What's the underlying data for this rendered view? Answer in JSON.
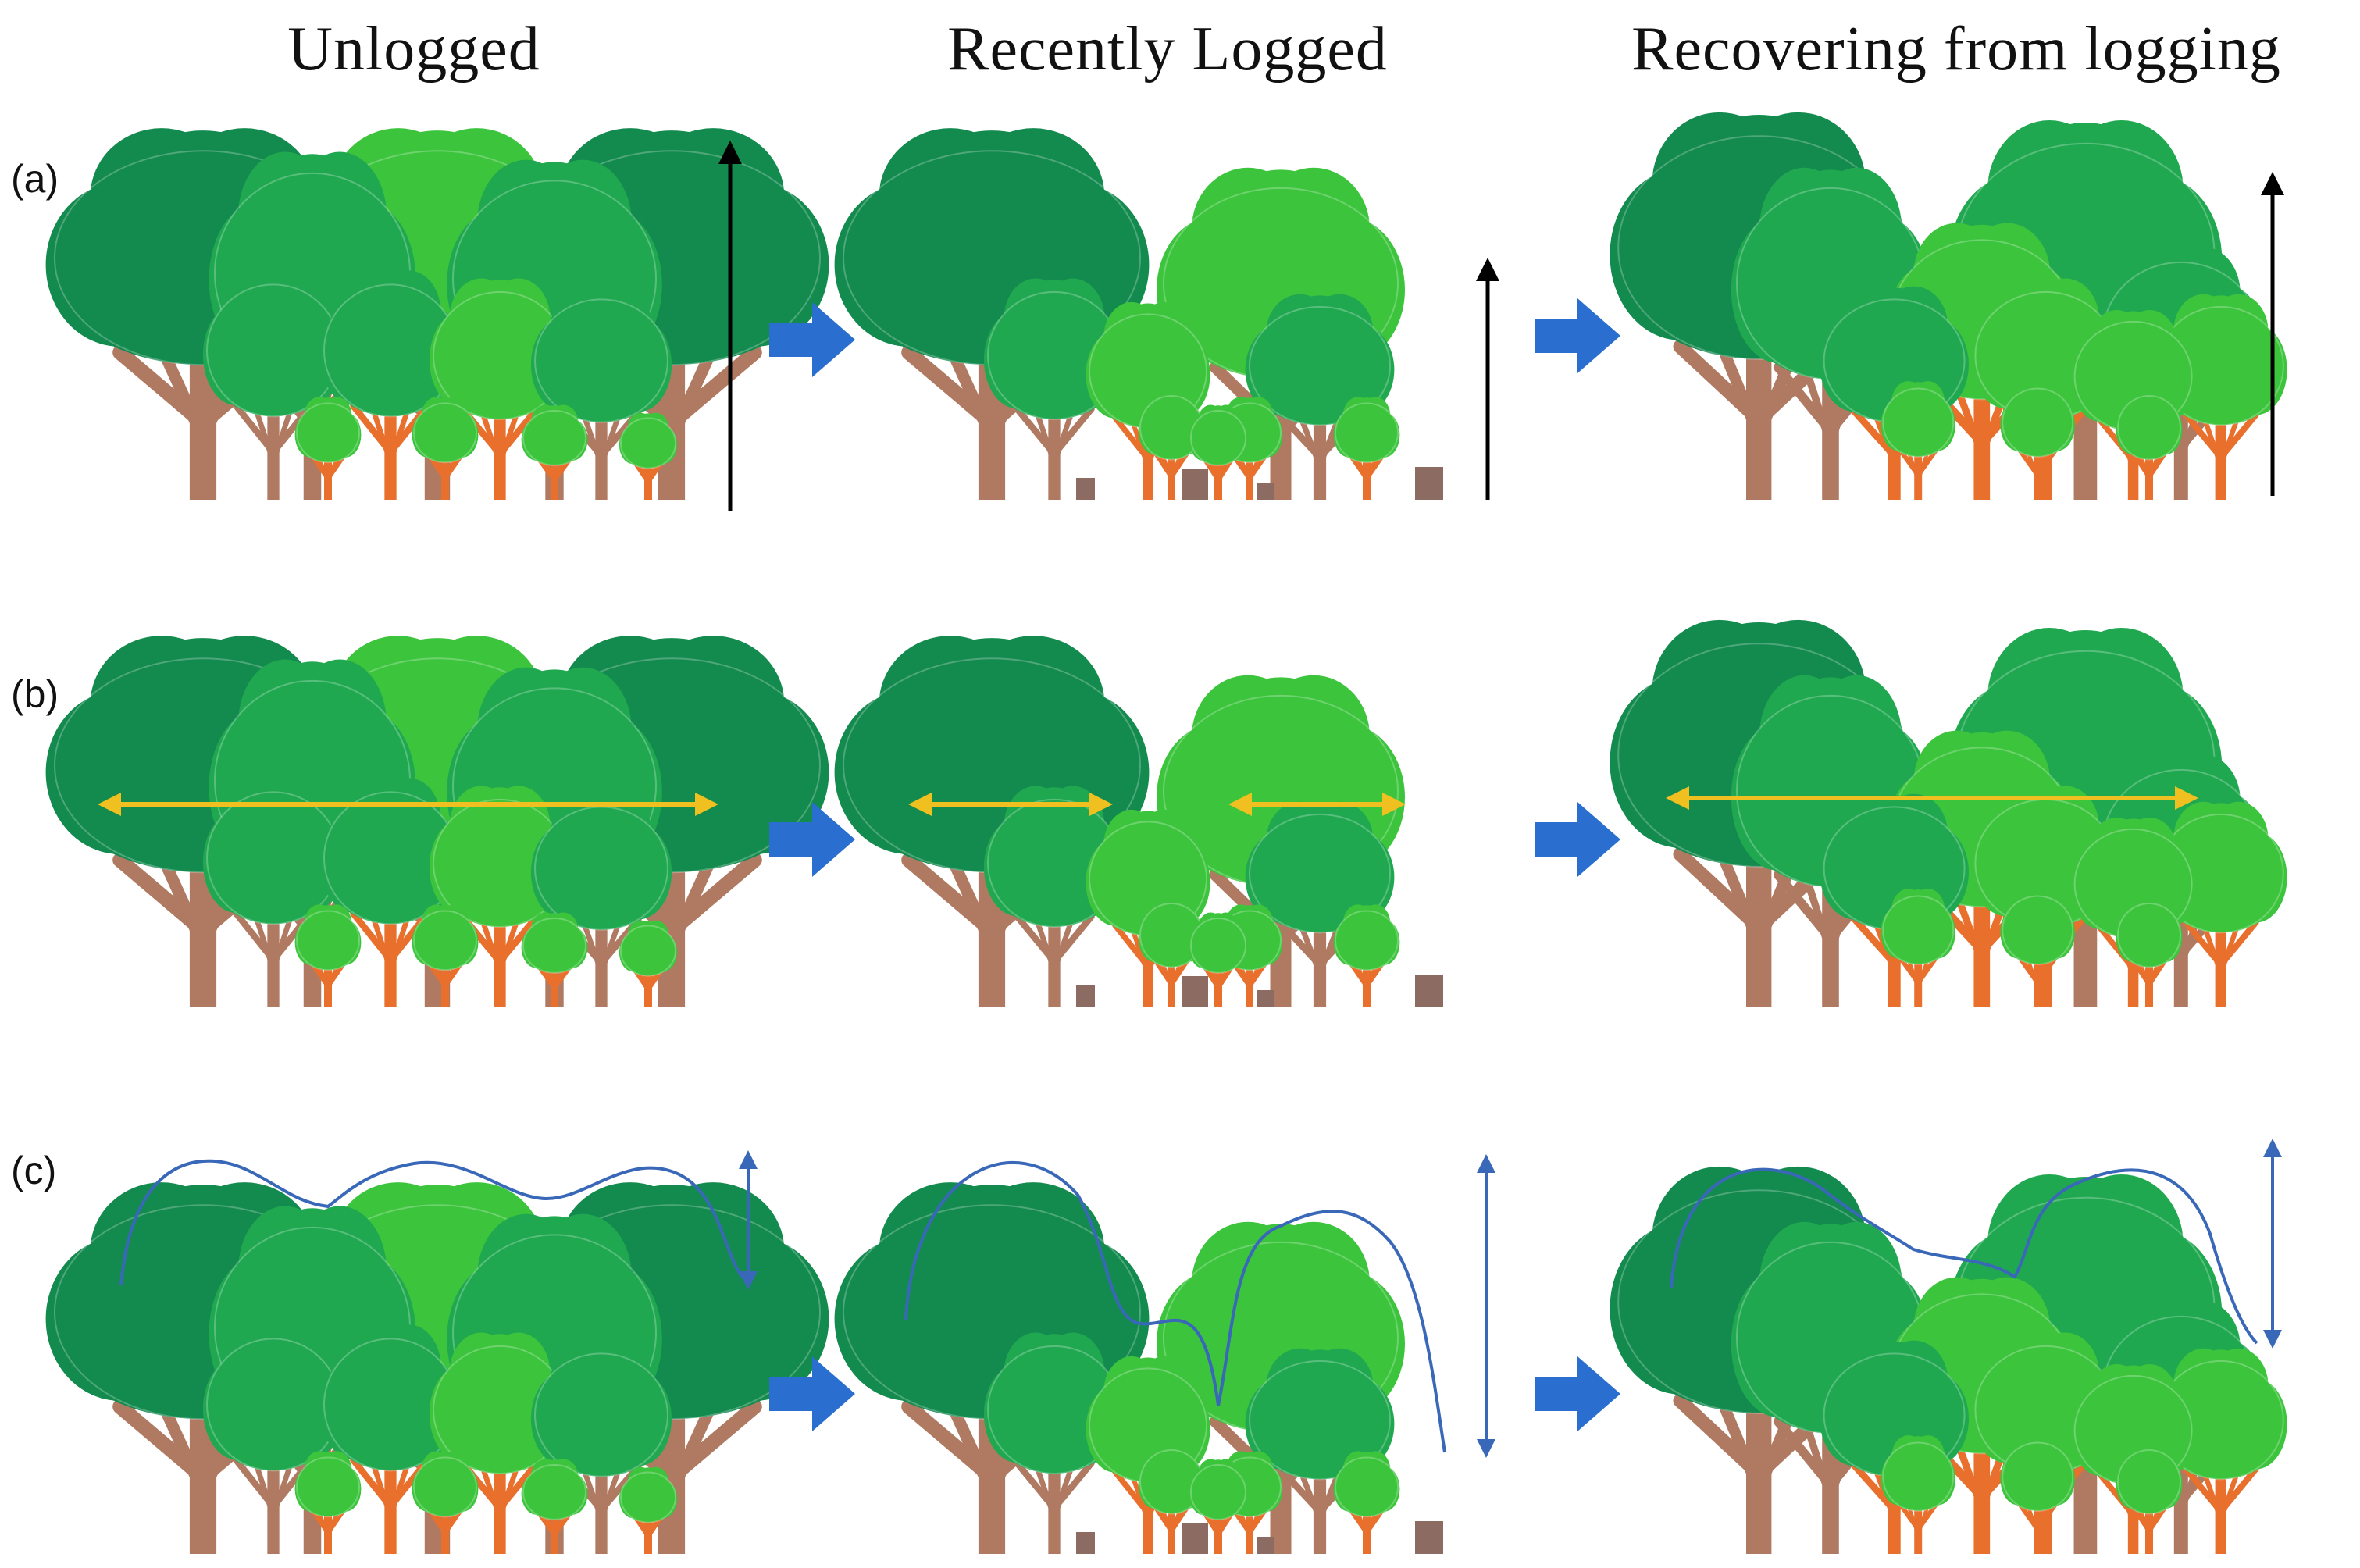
{
  "columns": [
    {
      "id": "unlogged",
      "title": "Unlogged"
    },
    {
      "id": "recently-logged",
      "title": "Recently Logged"
    },
    {
      "id": "recovering",
      "title": "Recovering from logging"
    }
  ],
  "rows": [
    {
      "id": "a",
      "label": "(a)"
    },
    {
      "id": "b",
      "label": "(b)"
    },
    {
      "id": "c",
      "label": "(c)"
    }
  ],
  "colors": {
    "dark_canopy": "#138a4e",
    "mid_canopy": "#20a850",
    "light_canopy": "#3cc43c",
    "brown_trunk": "#b07a62",
    "orange_trunk": "#e8702c",
    "stump": "#8c6c62",
    "flow_arrow": "#2a6fd0",
    "height_arrow": "#000000",
    "crown_width_arrow": "#f0c020",
    "canopy_outline": "#3a68b8"
  }
}
